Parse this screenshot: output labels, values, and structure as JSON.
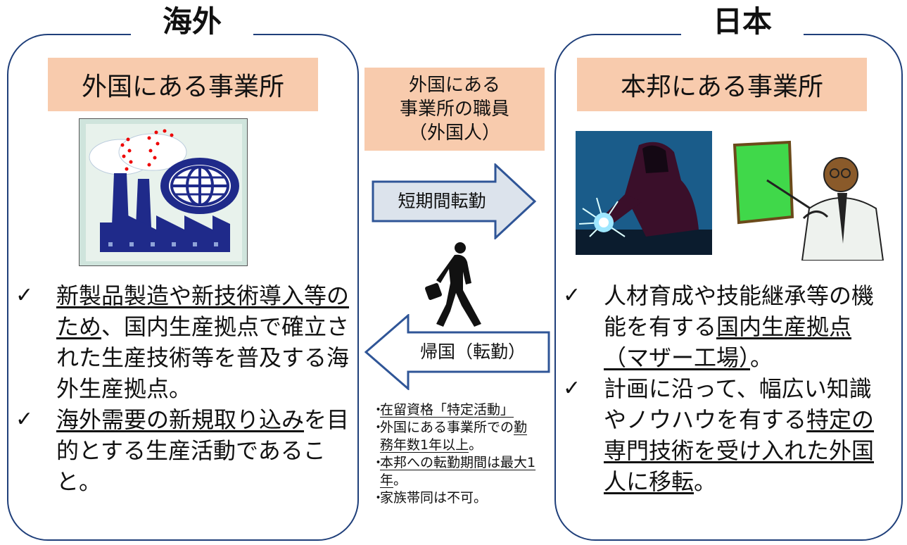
{
  "left": {
    "title": "海外",
    "band": "外国にある事業所",
    "image_icon": "factory-globe-icon",
    "bullets": [
      {
        "parts": [
          {
            "t": "新製品製造や新技術導入等のため",
            "u": true
          },
          {
            "t": "、国内生産拠点で確立された生産技術等を普及する海外生産拠点。",
            "u": false
          }
        ]
      },
      {
        "parts": [
          {
            "t": "海外需要の新規取り込み",
            "u": true
          },
          {
            "t": "を目的とする生産活動であること。",
            "u": false
          }
        ]
      }
    ]
  },
  "right": {
    "title": "日本",
    "band": "本邦にある事業所",
    "image_icons": [
      "welder-icon",
      "presenter-icon"
    ],
    "bullets": [
      {
        "parts": [
          {
            "t": "人材育成や技能継承等の機能を有する",
            "u": false
          },
          {
            "t": "国内生産拠点（マザー工場）",
            "u": true
          },
          {
            "t": "。",
            "u": false
          }
        ]
      },
      {
        "parts": [
          {
            "t": "計画に沿って、幅広い知識やノウハウを有する",
            "u": false
          },
          {
            "t": "特定の専門技術を受け入れた外国人に移転",
            "u": true
          },
          {
            "t": "。",
            "u": false
          }
        ]
      }
    ]
  },
  "middle": {
    "band_lines": [
      "外国にある",
      "事業所の職員",
      "（外国人）"
    ],
    "arrow_right_label": "短期間転勤",
    "arrow_left_label": "帰国（転勤）",
    "walker_icon": "businessman-walking-icon",
    "notes": [
      {
        "parts": [
          {
            "t": "在留資格「特定活動」",
            "u": true
          }
        ]
      },
      {
        "parts": [
          {
            "t": "外国にある事業所での",
            "u": false
          },
          {
            "t": "勤務年数1年以上",
            "u": true
          },
          {
            "t": "。",
            "u": false
          }
        ]
      },
      {
        "parts": [
          {
            "t": "本邦への転勤期間は最大1年",
            "u": true
          },
          {
            "t": "。",
            "u": false
          }
        ]
      },
      {
        "parts": [
          {
            "t": "家族帯同は不可。",
            "u": false
          }
        ]
      }
    ]
  },
  "colors": {
    "border": "#1f3f7a",
    "band": "#f8cbad",
    "arrow_fill": "#dce3ec",
    "arrow_stroke": "#2f5597"
  }
}
